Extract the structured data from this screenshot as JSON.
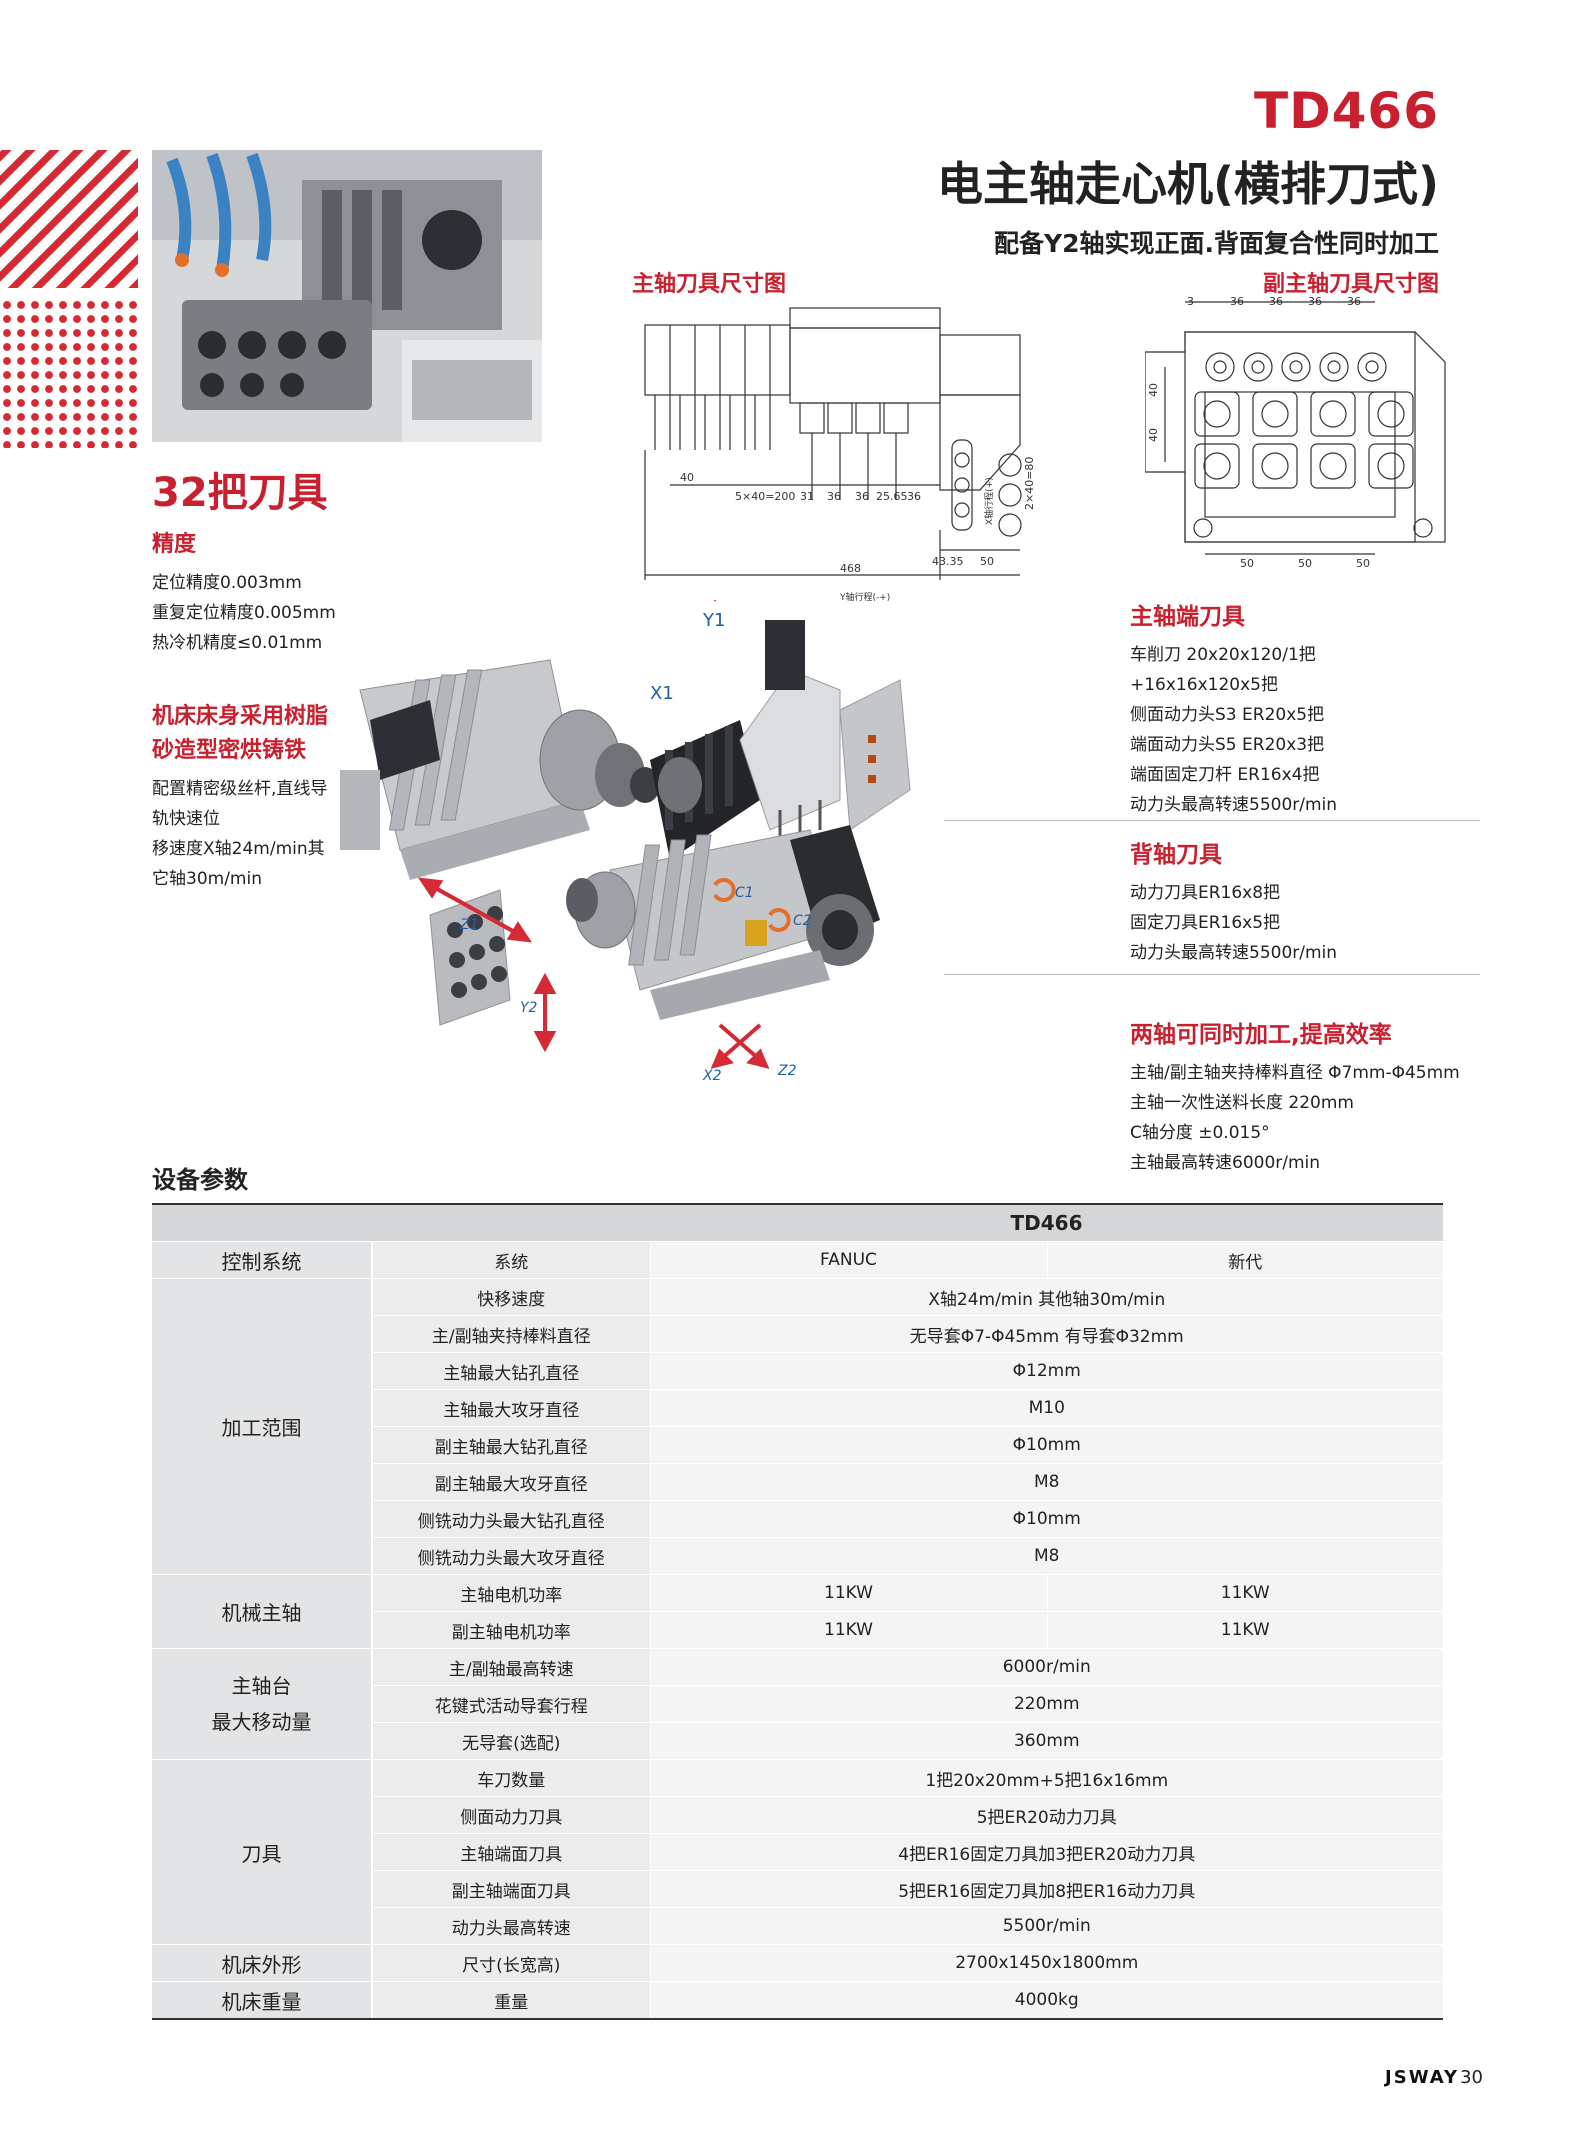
{
  "header": {
    "model": "TD466",
    "title": "电主轴走心机(横排刀式)",
    "subtitle": "配备Y2轴实现正面.背面复合性同时加工"
  },
  "tools_count": "32把刀具",
  "left_sections": [
    {
      "title": "精度",
      "lines": [
        "定位精度0.003mm",
        "重复定位精度0.005mm",
        "热冷机精度≤0.01mm"
      ]
    },
    {
      "title": "机床床身采用树脂砂造型密烘铸铁",
      "title_lines": [
        "机床床身采用树脂",
        "砂造型密烘铸铁"
      ],
      "lines": [
        "配置精密级丝杆,直线导",
        "轨快速位",
        "移速度X轴24m/min其",
        "它轴30m/min"
      ]
    }
  ],
  "drawings": {
    "main_label": "主轴刀具尺寸图",
    "sub_label": "副主轴刀具尺寸图",
    "main_dims": [
      "40",
      "5×40=200",
      "31",
      "36",
      "36",
      "25.65",
      "36",
      "468",
      "43.35",
      "50",
      "2×40=80",
      "X轴行程(+)",
      "Y轴行程(-+)"
    ],
    "sub_dims": [
      "3",
      "36",
      "36",
      "36",
      "36",
      "40",
      "40",
      "50",
      "50",
      "50"
    ]
  },
  "axes": {
    "y1": "Y1",
    "x1": "X1",
    "z1": "Z1",
    "c1": "C1",
    "c2": "C2",
    "y2": "Y2",
    "x2": "X2",
    "z2": "Z2"
  },
  "right_sections": [
    {
      "title": "主轴端刀具",
      "lines": [
        "车削刀  20x20x120/1把",
        "+16x16x120x5把",
        "侧面动力头S3 ER20x5把",
        "端面动力头S5 ER20x3把",
        "端面固定刀杆 ER16x4把",
        "动力头最高转速5500r/min"
      ]
    },
    {
      "title": "背轴刀具",
      "lines": [
        "动力刀具ER16x8把",
        "固定刀具ER16x5把",
        "动力头最高转速5500r/min"
      ]
    },
    {
      "title": "两轴可同时加工,提高效率",
      "lines": [
        "主轴/副主轴夹持棒料直径 Φ7mm-Φ45mm",
        "主轴一次性送料长度 220mm",
        "C轴分度 ±0.015°",
        "主轴最高转速6000r/min"
      ]
    }
  ],
  "spec_title": "设备参数",
  "table": {
    "model": "TD466",
    "control": {
      "cat": "控制系统",
      "item": "系统",
      "v1": "FANUC",
      "v2": "新代"
    },
    "groups": [
      {
        "cat": "加工范围",
        "rows": [
          {
            "item": "快移速度",
            "value": "X轴24m/min 其他轴30m/min"
          },
          {
            "item": "主/副轴夹持棒料直径",
            "value": "无导套Φ7-Φ45mm  有导套Φ32mm"
          },
          {
            "item": "主轴最大钻孔直径",
            "value": "Φ12mm"
          },
          {
            "item": "主轴最大攻牙直径",
            "value": "M10"
          },
          {
            "item": "副主轴最大钻孔直径",
            "value": "Φ10mm"
          },
          {
            "item": "副主轴最大攻牙直径",
            "value": "M8"
          },
          {
            "item": "侧铣动力头最大钻孔直径",
            "value": "Φ10mm"
          },
          {
            "item": "侧铣动力头最大攻牙直径",
            "value": "M8"
          }
        ]
      },
      {
        "cat": "机械主轴",
        "rows": [
          {
            "item": "主轴电机功率",
            "v1": "11KW",
            "v2": "11KW"
          },
          {
            "item": "副主轴电机功率",
            "v1": "11KW",
            "v2": "11KW"
          }
        ]
      },
      {
        "cat": "主轴台最大移动量",
        "cat_lines": [
          "主轴台",
          "最大移动量"
        ],
        "rows": [
          {
            "item": "主/副轴最高转速",
            "value": "6000r/min"
          },
          {
            "item": "花键式活动导套行程",
            "value": "220mm"
          },
          {
            "item": "无导套(选配)",
            "value": "360mm"
          }
        ]
      },
      {
        "cat": "刀具",
        "rows": [
          {
            "item": "车刀数量",
            "value": "1把20x20mm+5把16x16mm"
          },
          {
            "item": "侧面动力刀具",
            "value": "5把ER20动力刀具"
          },
          {
            "item": "主轴端面刀具",
            "value": "4把ER16固定刀具加3把ER20动力刀具"
          },
          {
            "item": "副主轴端面刀具",
            "value": "5把ER16固定刀具加8把ER16动力刀具"
          },
          {
            "item": "动力头最高转速",
            "value": "5500r/min"
          }
        ]
      },
      {
        "cat": "机床外形",
        "rows": [
          {
            "item": "尺寸(长宽高)",
            "value": "2700x1450x1800mm"
          }
        ]
      },
      {
        "cat": "机床重量",
        "rows": [
          {
            "item": "重量",
            "value": "4000kg"
          }
        ]
      }
    ]
  },
  "footer": {
    "brand": "JSWAY",
    "page": "30"
  },
  "colors": {
    "accent": "#c8202f",
    "axis": "#1f5fa8",
    "table_head": "#d5d6d8"
  }
}
